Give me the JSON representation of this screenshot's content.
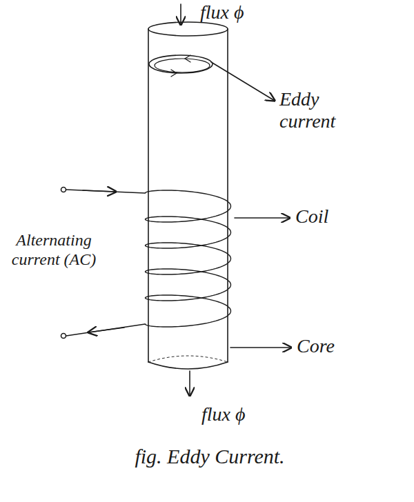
{
  "diagram": {
    "caption": "fig. Eddy Current.",
    "labels": [
      "flux ϕ",
      "Eddy current",
      "Coil",
      "Alternating current (AC)",
      "Core",
      "flux ϕ"
    ]
  }
}
